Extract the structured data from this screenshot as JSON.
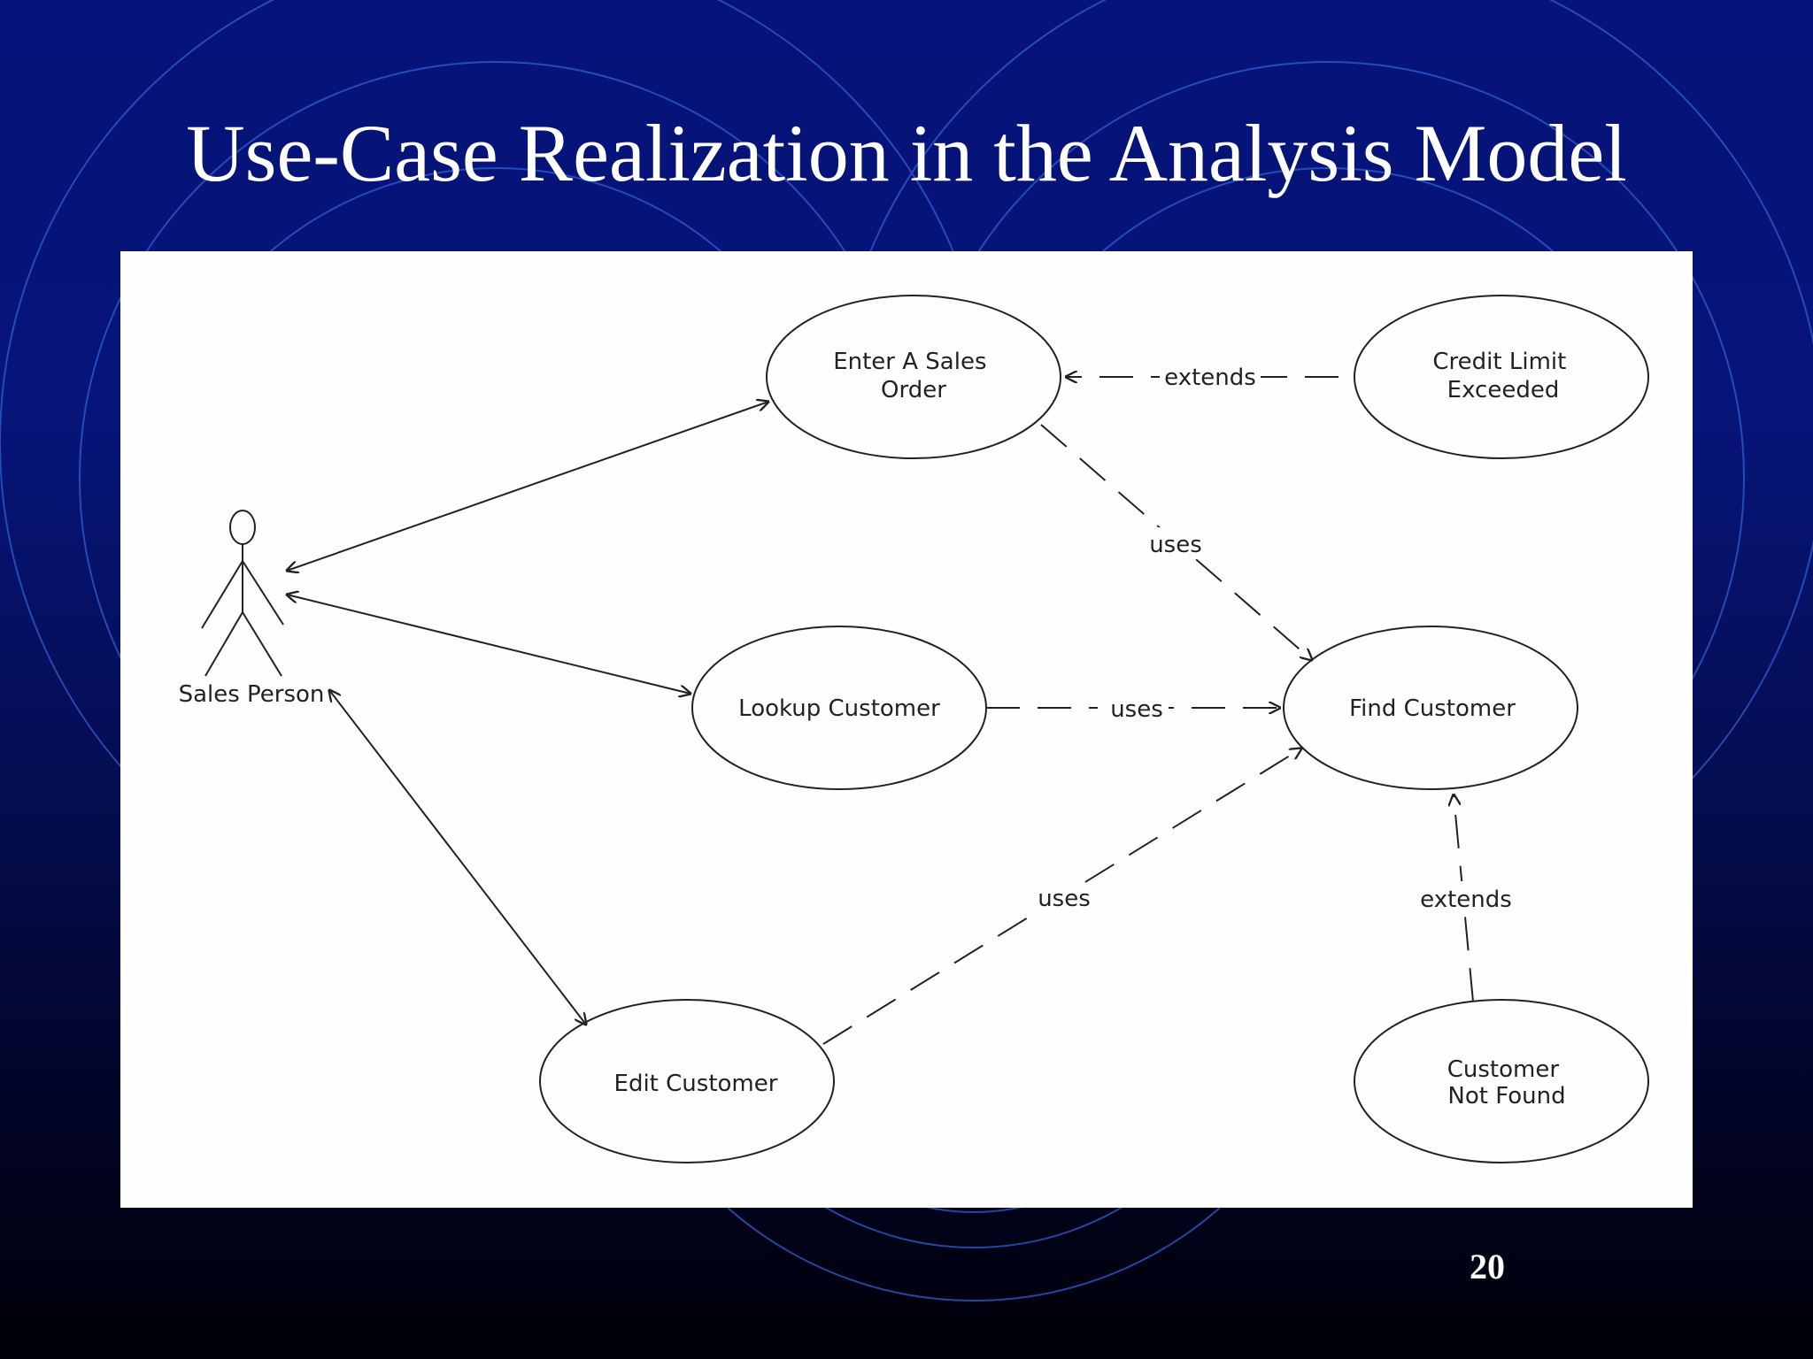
{
  "slide": {
    "title": "Use-Case Realization in the Analysis Model",
    "page_number": "20"
  },
  "colors": {
    "background_top": "#06137a",
    "background_bottom": "#000008",
    "arc_stroke": "#2f5fd0",
    "panel": "#fefefe",
    "ink": "#222222"
  },
  "diagram": {
    "actor": {
      "label": "Sales Person"
    },
    "use_cases": [
      {
        "id": "enter-sales-order",
        "lines": [
          "Enter A Sales",
          "Order"
        ]
      },
      {
        "id": "credit-limit-exceeded",
        "lines": [
          "Credit Limit",
          "Exceeded"
        ]
      },
      {
        "id": "lookup-customer",
        "lines": [
          "Lookup Customer"
        ]
      },
      {
        "id": "find-customer",
        "lines": [
          "Find Customer"
        ]
      },
      {
        "id": "edit-customer",
        "lines": [
          "Edit Customer"
        ]
      },
      {
        "id": "customer-not-found",
        "lines": [
          "Customer",
          "Not Found"
        ]
      }
    ],
    "relationships": [
      {
        "from": "actor",
        "to": "enter-sales-order",
        "type": "association",
        "label": ""
      },
      {
        "from": "actor",
        "to": "lookup-customer",
        "type": "association",
        "label": ""
      },
      {
        "from": "actor",
        "to": "edit-customer",
        "type": "association",
        "label": ""
      },
      {
        "from": "credit-limit-exceeded",
        "to": "enter-sales-order",
        "type": "extends",
        "label": "extends"
      },
      {
        "from": "enter-sales-order",
        "to": "find-customer",
        "type": "uses",
        "label": "uses"
      },
      {
        "from": "lookup-customer",
        "to": "find-customer",
        "type": "uses",
        "label": "uses"
      },
      {
        "from": "edit-customer",
        "to": "find-customer",
        "type": "uses",
        "label": "uses"
      },
      {
        "from": "customer-not-found",
        "to": "find-customer",
        "type": "extends",
        "label": "extends"
      }
    ]
  }
}
